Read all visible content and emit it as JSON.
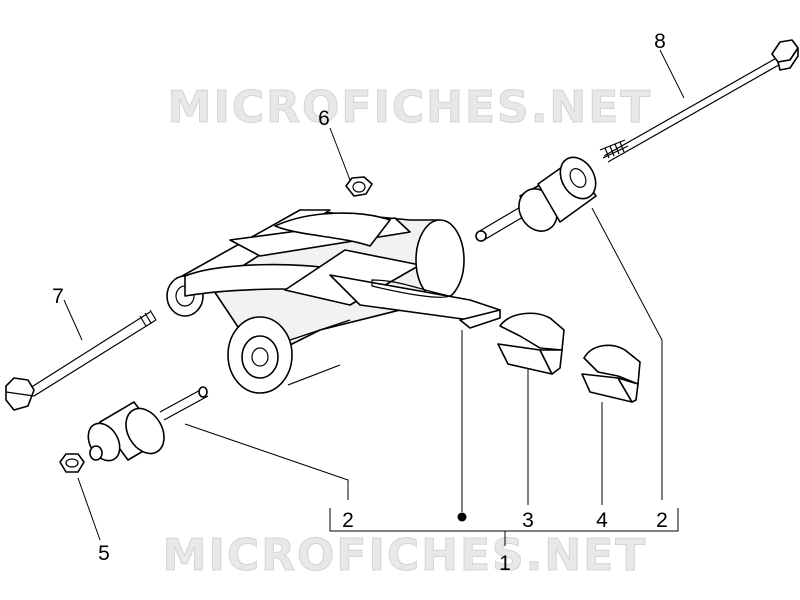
{
  "watermark": {
    "text_top": "MICROFICHES.NET",
    "text_bottom": "MICROFICHES.NET"
  },
  "callouts": [
    {
      "id": "c1",
      "label": "1"
    },
    {
      "id": "c2a",
      "label": "2"
    },
    {
      "id": "c2b",
      "label": "2"
    },
    {
      "id": "c3",
      "label": "3"
    },
    {
      "id": "c4",
      "label": "4"
    },
    {
      "id": "c5",
      "label": "5"
    },
    {
      "id": "c6",
      "label": "6"
    },
    {
      "id": "c7",
      "label": "7"
    },
    {
      "id": "c8",
      "label": "8"
    }
  ]
}
